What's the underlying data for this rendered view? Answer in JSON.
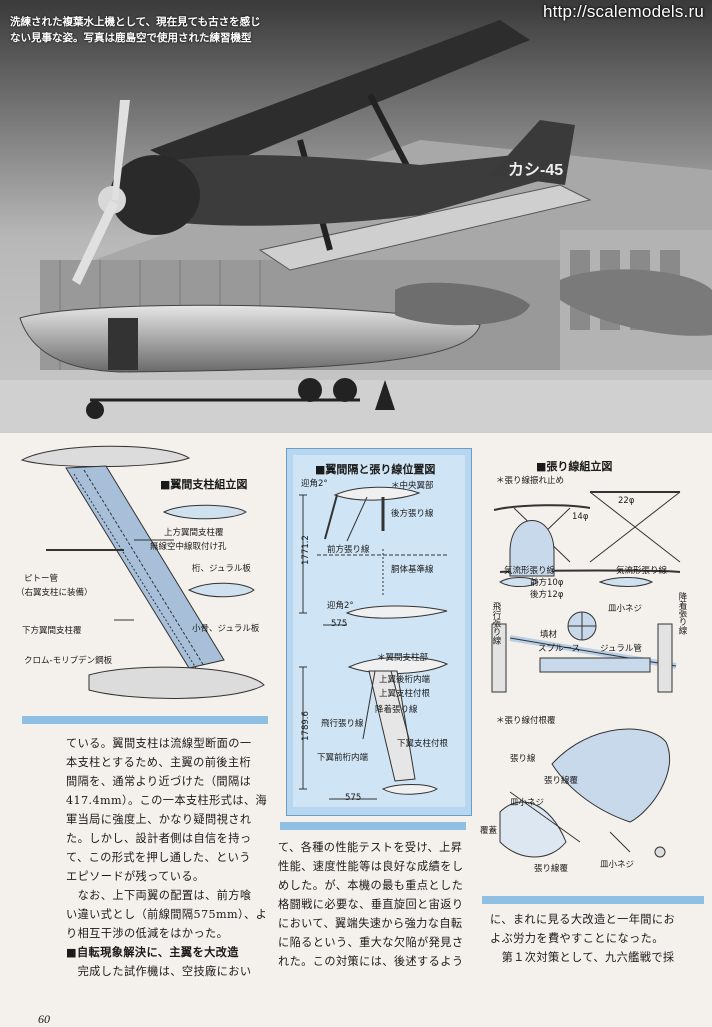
{
  "photo": {
    "watermark": "http://scalemodels.ru",
    "caption_line1": "洗練された複葉水上機として、現在見ても古さを感じ",
    "caption_line2": "ない見事な姿。写真は鹿島空で使用された練習機型",
    "tail_marking": "カシ-45"
  },
  "diagram_strut": {
    "title": "■翼間支柱組立図",
    "labels": [
      "上方翼間支柱覆",
      "無線空中線取付け孔",
      "桁、ジュラル板",
      "ピトー管",
      "（右翼支柱に装備）",
      "小骨、ジュラル板",
      "下方翼間支柱覆",
      "クロム-モリブデン鋼板"
    ]
  },
  "diagram_position": {
    "title": "■翼間隔と張り線位置図",
    "top_labels": [
      "迎角2°",
      "＊中央翼部",
      "後方張り線",
      "前方張り線",
      "胴体基準線",
      "迎角2°"
    ],
    "dim_top_height": "1771.2",
    "dim_top_width": "575",
    "bottom_labels": [
      "＊翼間支柱部",
      "上翼後桁内端",
      "上翼支柱付根",
      "降着張り線",
      "飛行張り線",
      "下翼支柱付根",
      "下翼前桁内端"
    ],
    "dim_bottom_height": "1789.6",
    "dim_bottom_width": "575"
  },
  "diagram_wires": {
    "title": "■張り線組立図",
    "subtitle1": "＊張り線振れ止め",
    "dims": [
      "22φ",
      "14φ",
      "前方10φ",
      "後方12φ"
    ],
    "labels": [
      "気流形張り線",
      "気流形張り線",
      "皿小ネジ",
      "飛行張り線",
      "降着張り線",
      "填材",
      "スプルース",
      "ジュラル管"
    ],
    "subtitle2": "＊張り線付根覆",
    "labels2": [
      "張り線",
      "張り線覆",
      "皿小ネジ",
      "覆蓋",
      "張り線覆",
      "皿小ネジ"
    ]
  },
  "text_col1": {
    "paragraph1": [
      "ている。翼間支柱は流線型断面の一",
      "本支柱とするため、主翼の前後主桁",
      "間隔を、通常より近づけた（間隔は",
      "417.4mm）。この一本支柱形式は、海",
      "軍当局に強度上、かなり疑問視され",
      "た。しかし、設計者側は自信を持っ",
      "て、この形式を押し通した、という",
      "エピソードが残っている。"
    ],
    "paragraph2": [
      "　なお、上下両翼の配置は、前方喰",
      "い違い式とし（前線間隔575mm）、よ",
      "り相互干渉の低減をはかった。"
    ],
    "heading": "■自転現象解決に、主翼を大改造",
    "paragraph3": [
      "　完成した試作機は、空技廠におい"
    ]
  },
  "text_col2": [
    "て、各種の性能テストを受け、上昇",
    "性能、速度性能等は良好な成績をし",
    "めした。が、本機の最も重点とした",
    "格闘戦に必要な、垂直旋回と宙返り",
    "において、翼端失速から強力な自転",
    "に陥るという、重大な欠陥が発見さ",
    "れた。この対策には、後述するよう"
  ],
  "text_col3": [
    "に、まれに見る大改造と一年間にお",
    "よぶ労力を費やすことになった。",
    "　第１次対策として、九六艦戦で採"
  ],
  "page_number": "60"
}
